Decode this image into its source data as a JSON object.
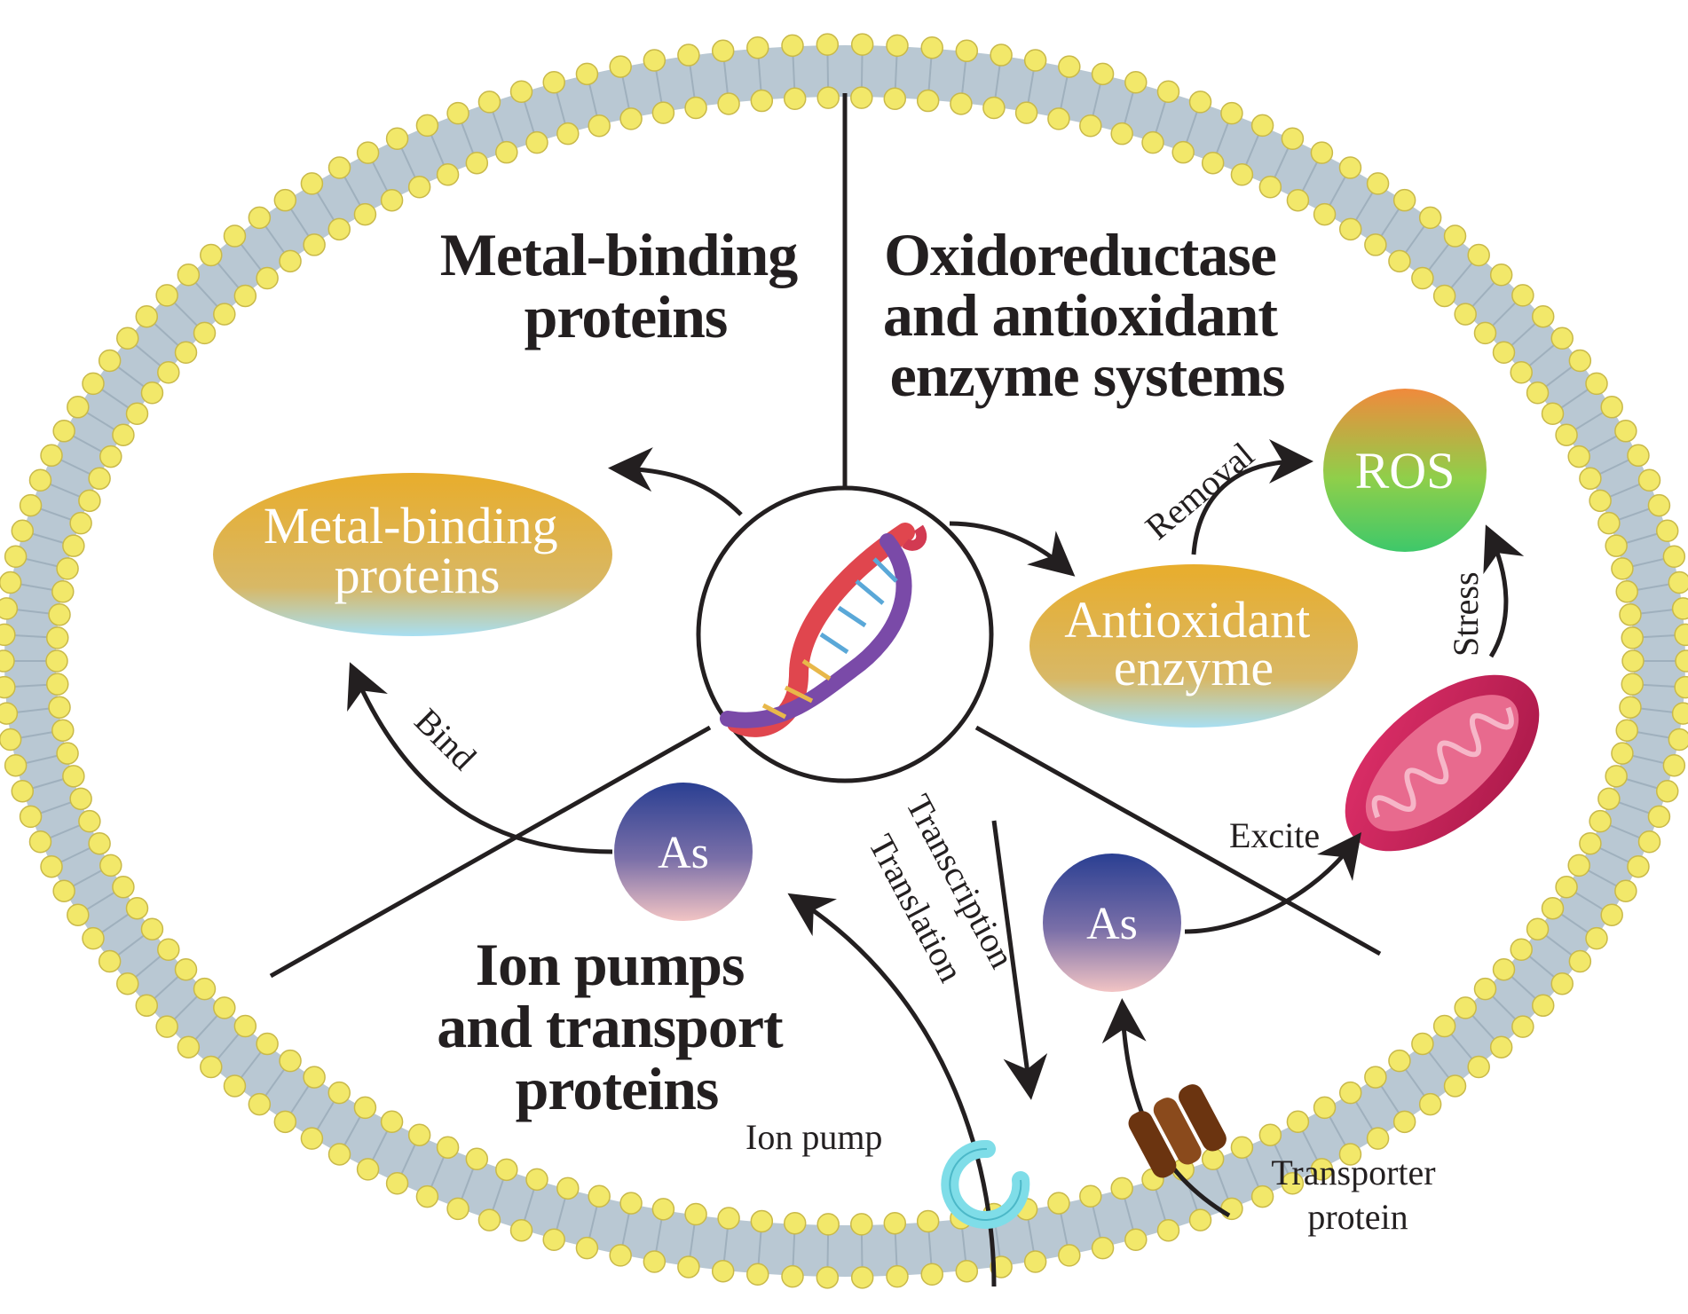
{
  "sections": {
    "metal_binding": [
      "Metal-binding",
      "proteins"
    ],
    "oxidoreductase": [
      "Oxidoreductase",
      "and antioxidant",
      "enzyme systems"
    ],
    "ion_pumps": [
      "Ion pumps",
      "and transport",
      "proteins"
    ]
  },
  "nodes": {
    "metal_binding_proteins": [
      "Metal-binding",
      "proteins"
    ],
    "antioxidant_enzyme": [
      "Antioxidant",
      "enzyme"
    ],
    "ros": "ROS",
    "as_left": "As",
    "as_right": "As"
  },
  "edge_labels": {
    "removal": "Removal",
    "stress": "Stress",
    "bind": "Bind",
    "excite": "Excite",
    "transcription": "Transcription",
    "translation": "Translation"
  },
  "membrane_labels": {
    "ion_pump": "Ion pump",
    "transporter_protein": [
      "Transporter",
      "protein"
    ]
  },
  "colors": {
    "membrane_head": "#f2e86a",
    "membrane_tail": "#b9c8d3",
    "metal_binding_fill_top": "#e8ad2c",
    "metal_binding_fill_bottom": "#a8dff2",
    "ros_top": "#f08a3c",
    "ros_bottom": "#3ec86a",
    "as_top": "#2a3f92",
    "as_bottom": "#f2c4c4",
    "mitochondrion": "#d0245a",
    "ion_pump": "#7fdde8",
    "transporter": "#6b3410"
  }
}
